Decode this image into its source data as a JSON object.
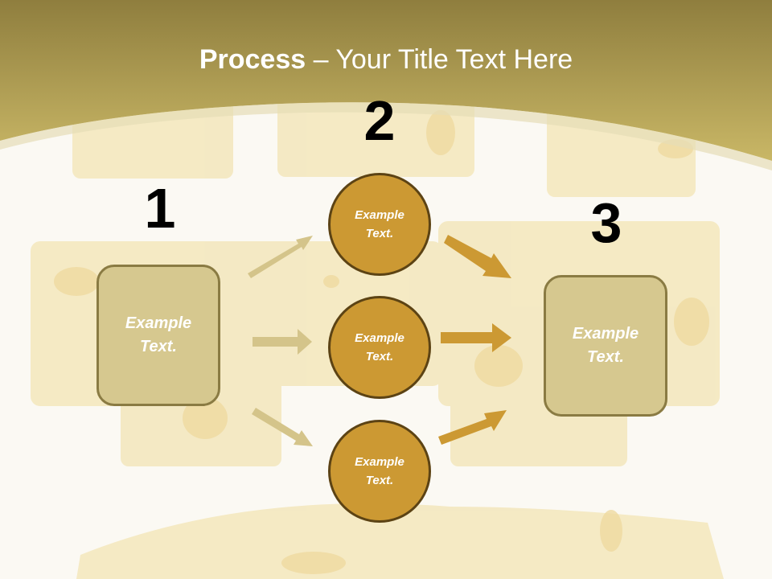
{
  "slide": {
    "title_bold": "Process",
    "title_rest": " – Your Title Text Here",
    "colors": {
      "header": "#b29e4f",
      "box_fill": "#d6c88f",
      "box_border": "#8a7b43",
      "circle_fill": "#cc9933",
      "circle_border": "#5c4314",
      "arrow_light": "#d4c48a",
      "arrow_dark": "#cc9933"
    }
  },
  "steps": {
    "step1": {
      "number": "1",
      "text": "Example Text."
    },
    "step2": {
      "number": "2",
      "circles": [
        {
          "text": "Example Text."
        },
        {
          "text": "Example Text."
        },
        {
          "text": "Example Text."
        }
      ]
    },
    "step3": {
      "number": "3",
      "text": "Example Text."
    }
  }
}
